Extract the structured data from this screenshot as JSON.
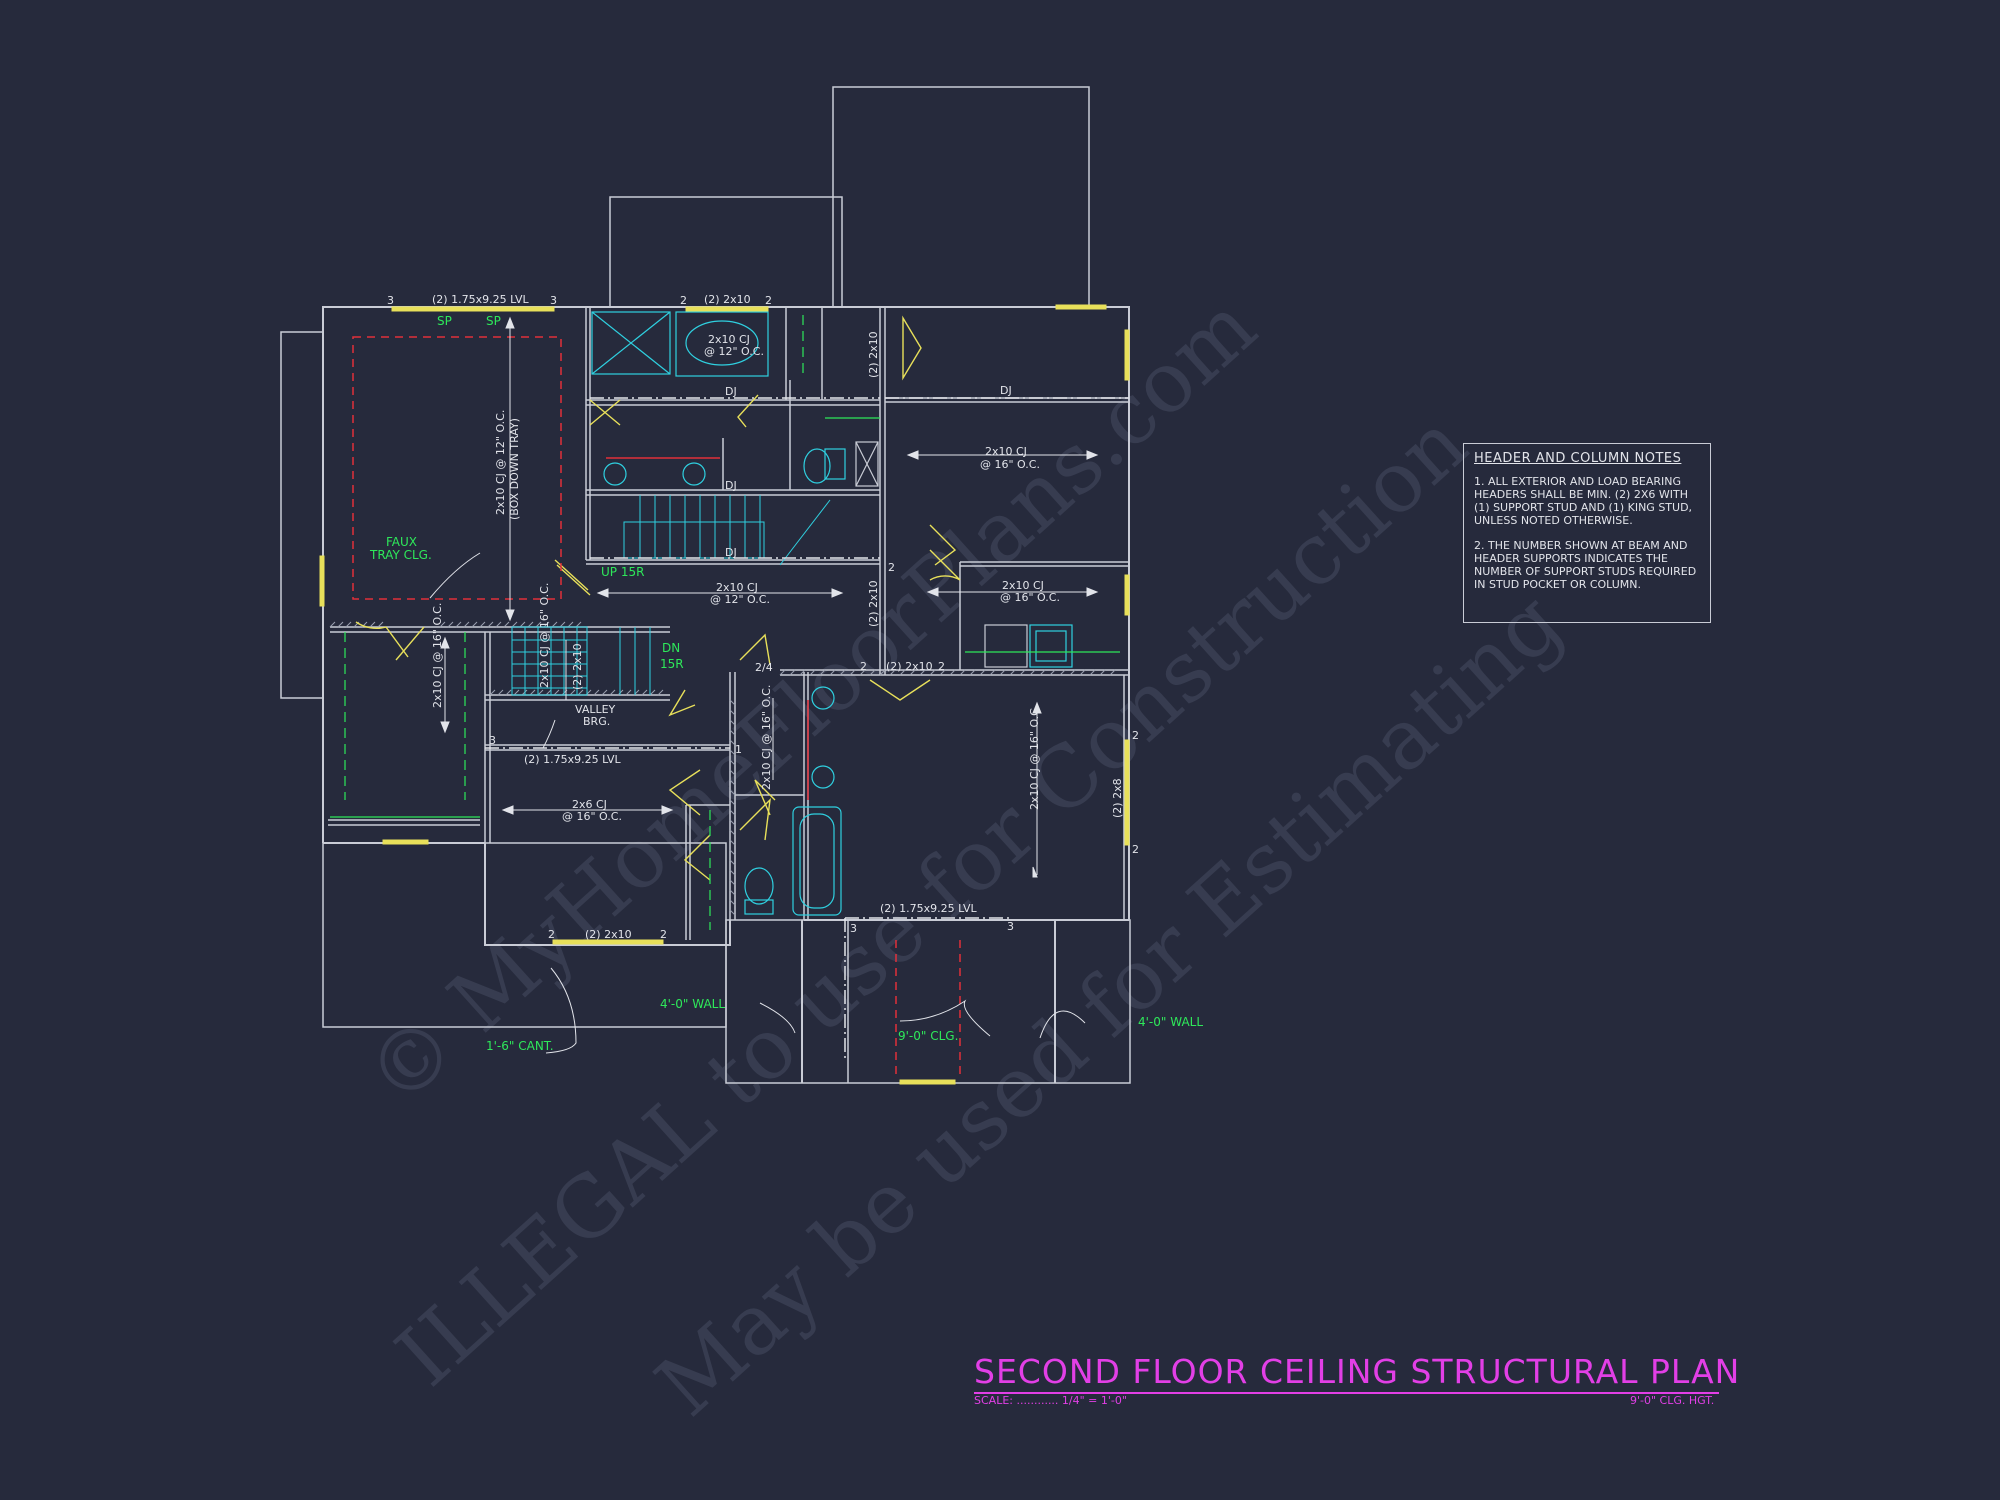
{
  "drawing": {
    "title": "SECOND FLOOR CEILING STRUCTURAL PLAN",
    "scale_label": "SCALE: ............ 1/4\" = 1'-0\"",
    "ceiling_height": "9'-0\" CLG. HGT."
  },
  "notes": {
    "heading": "HEADER AND COLUMN NOTES",
    "note1": "1. ALL EXTERIOR AND LOAD BEARING HEADERS SHALL BE MIN. (2) 2x6 WITH (1) SUPPORT STUD AND (1) KING STUD, UNLESS NOTED OTHERWISE.",
    "note2": "2. THE NUMBER SHOWN AT BEAM AND HEADER SUPPORTS INDICATES THE NUMBER OF SUPPORT STUDS REQUIRED IN STUD POCKET OR COLUMN."
  },
  "labels": {
    "lvl_top": "(2) 1.75x9.25 LVL",
    "sp": "SP",
    "header_2x10_top": "(2) 2x10",
    "cj_bath": "2x10 CJ",
    "cj_bath_oc": "@ 12\" O.C.",
    "dj": "DJ",
    "cj_master": "2x10 CJ @ 12\" O.C.",
    "cj_master_sub": "(BOX DOWN TRAY)",
    "faux_tray": "FAUX",
    "faux_tray2": "TRAY CLG.",
    "cj_hall": "2x10 CJ",
    "cj_hall_oc": "@ 12\" O.C.",
    "up_15r": "UP 15R",
    "dn": "DN",
    "dn_15r": "15R",
    "cj_bed_right": "2x10 CJ",
    "cj_bed_right_oc": "@ 16\" O.C.",
    "cj_laundry": "2x10 CJ",
    "cj_laundry_oc": "@ 16\" O.C.",
    "header_2x10_v": "(2) 2x10",
    "header_2x10_mid": "(2) 2x10",
    "cj_closet": "2x10 CJ @ 16\" O.C.",
    "stair_hdr": "(2) 2x10",
    "stair_cj": "2x10 CJ @ 16\" O.C.",
    "valley": "VALLEY",
    "valley2": "BRG.",
    "lvl_mid": "(2) 1.75x9.25 LVL",
    "cj_2x6": "2x6 CJ",
    "cj_2x6_oc": "@ 16\" O.C.",
    "bath2_cj": "2x10 CJ @ 16\" O.C.",
    "cj_bed_se": "2x10 CJ @ 16\" O.C.",
    "header_2x8": "(2) 2x8",
    "lvl_bottom": "(2) 1.75x9.25 LVL",
    "header_2x10_bottom": "(2) 2x10",
    "wall_left": "4'-0\" WALL",
    "wall_right": "4'-0\" WALL",
    "cant": "1'-6\" CANT.",
    "clg_9": "9'-0\" CLG.",
    "ratio": "2/4",
    "num2": "2",
    "num3": "3",
    "num1": "1"
  },
  "watermark": {
    "line1": "© MyHomeFloorPlans.com",
    "line2": "ILLEGAL to use for Construction",
    "line3": "May be used for Estimating"
  },
  "colors": {
    "background": "#262a3c",
    "wall": "#c9ccd6",
    "header": "#e8e05a",
    "label_green": "#2ee85a",
    "cyan": "#2fd0e0",
    "red_dash": "#e0303a",
    "title": "#e23fe6"
  }
}
